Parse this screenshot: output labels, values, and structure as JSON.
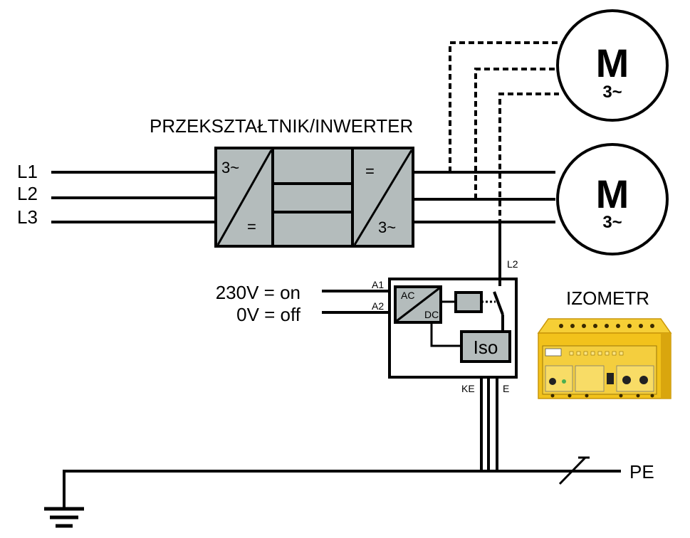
{
  "title": "PRZEKSZTAŁTNIK/INWERTER",
  "lines": [
    "L1",
    "L2",
    "L3"
  ],
  "converter": {
    "left_top": "3~",
    "left_bottom": "=",
    "right_top": "=",
    "right_bottom": "3~"
  },
  "motors": [
    {
      "symbol": "M",
      "phase": "3~"
    },
    {
      "symbol": "M",
      "phase": "3~"
    }
  ],
  "control": {
    "on_text": "230V = on",
    "off_text": "0V = off",
    "a1": "A1",
    "a2": "A2",
    "ac": "AC",
    "dc": "DC",
    "iso": "Iso",
    "l2": "L2",
    "ke": "KE",
    "e": "E"
  },
  "pe_label": "PE",
  "izometr_label": "IZOMETR",
  "colors": {
    "line": "#000000",
    "block_fill": "#b4bcbc",
    "device_yellow": "#f2c21b",
    "device_yellow_dark": "#d9a60e"
  }
}
